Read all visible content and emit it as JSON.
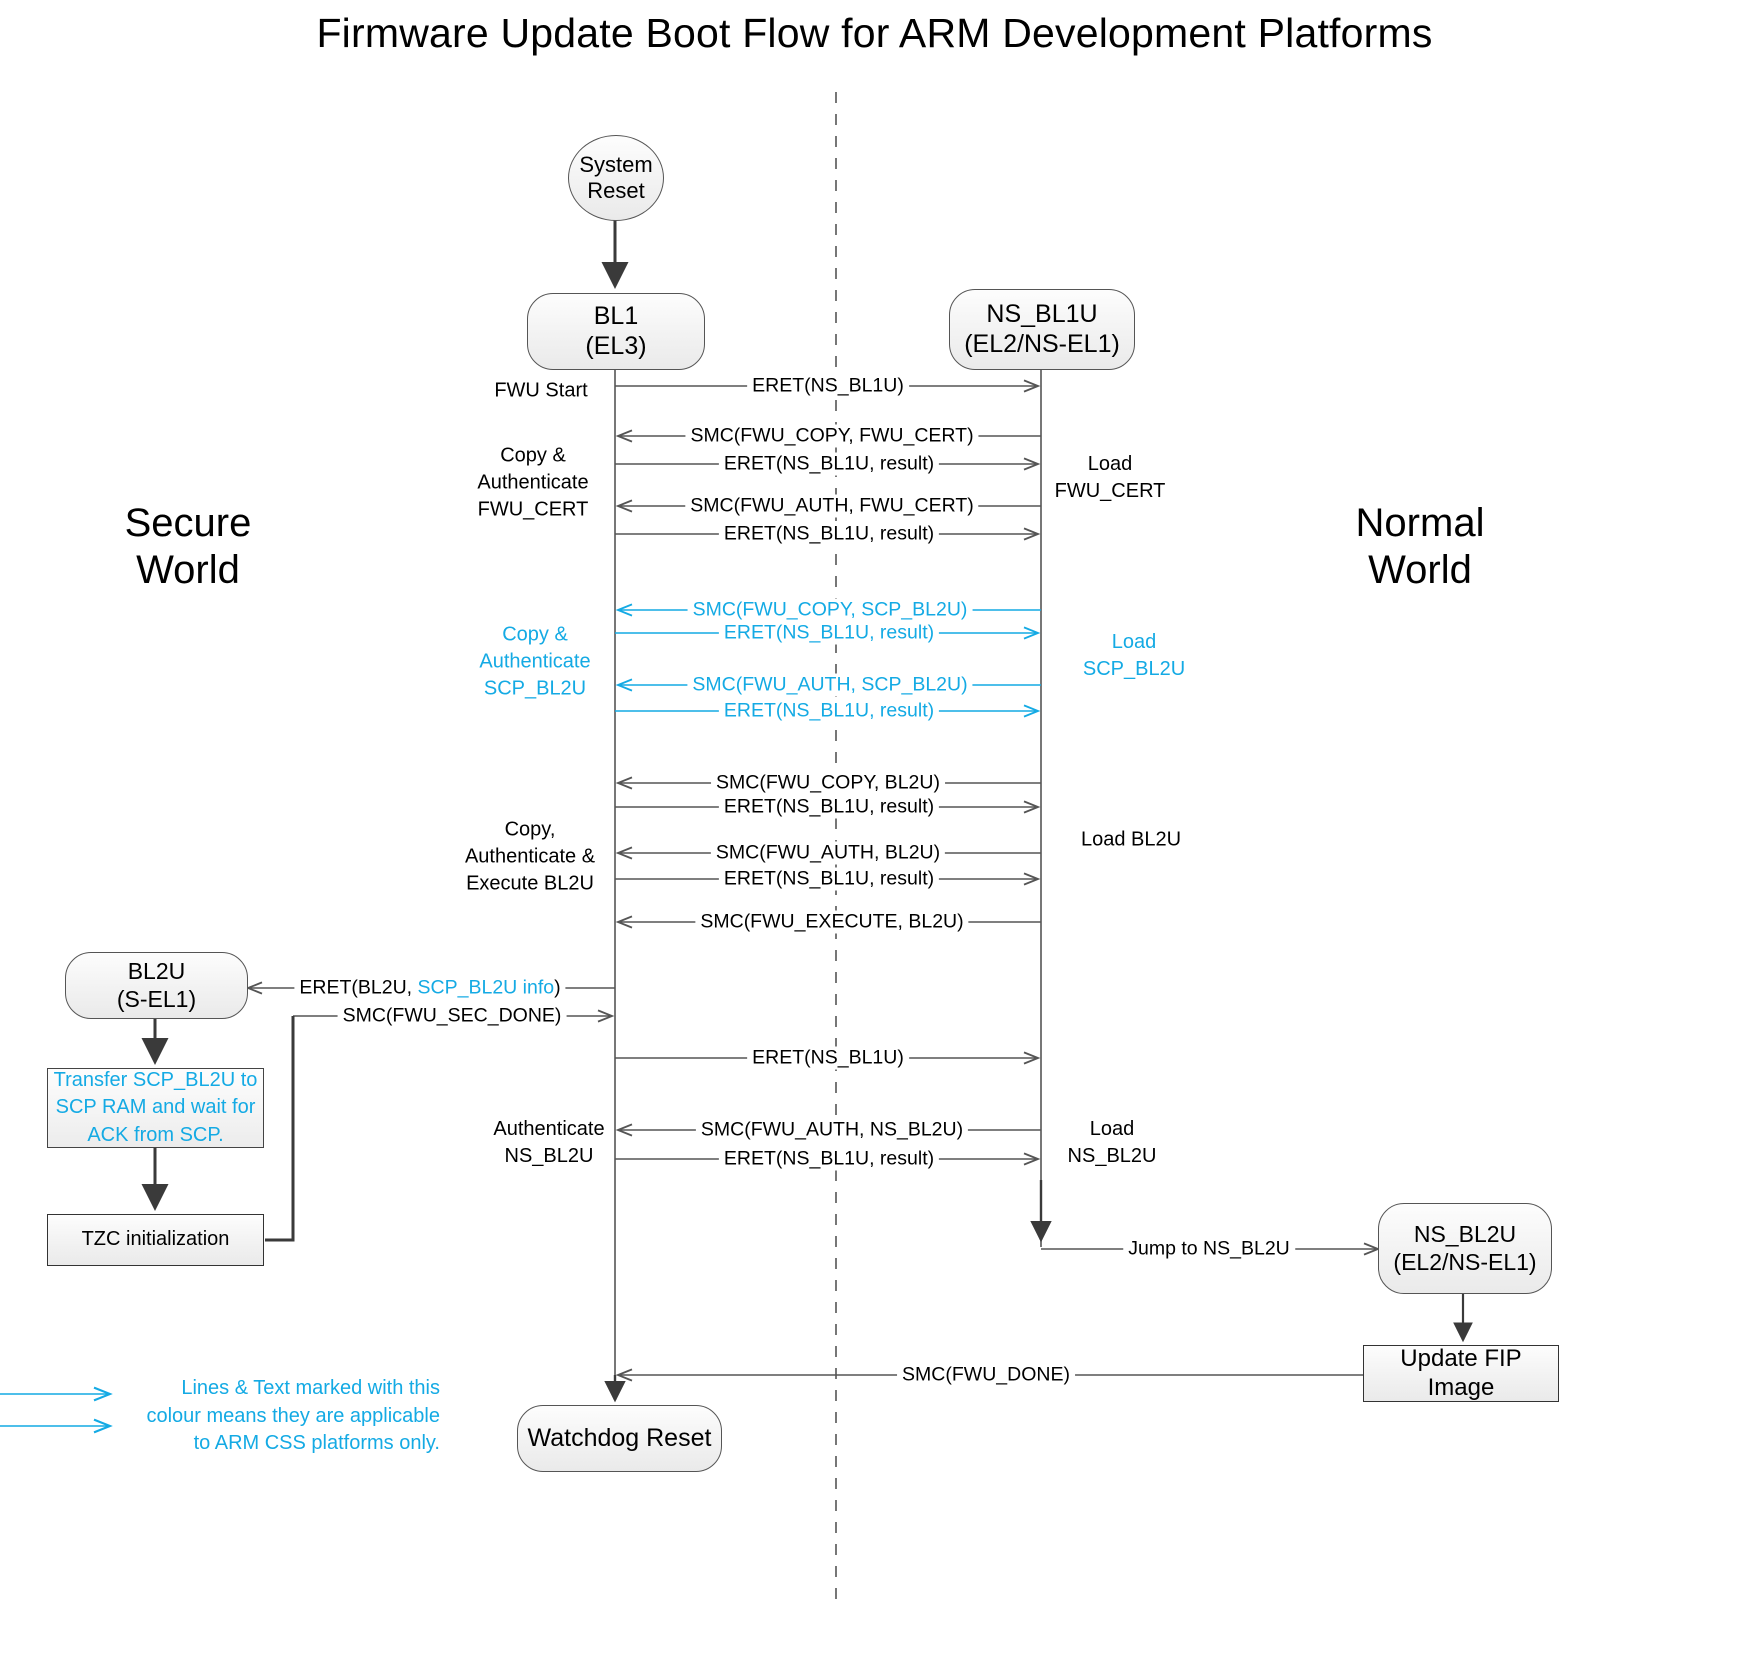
{
  "title": "Firmware Update Boot Flow for ARM Development Platforms",
  "colors": {
    "cyan": "#14AAE4",
    "line": "#555555",
    "text": "#000000",
    "node_fill": "#f2f2f2"
  },
  "worlds": {
    "secure": {
      "line1": "Secure",
      "line2": "World"
    },
    "normal": {
      "line1": "Normal",
      "line2": "World"
    }
  },
  "nodes": {
    "system_reset": {
      "line1": "System",
      "line2": "Reset"
    },
    "bl1": {
      "line1": "BL1",
      "line2": "(EL3)"
    },
    "ns_bl1u": {
      "line1": "NS_BL1U",
      "line2": "(EL2/NS-EL1)"
    },
    "bl2u": {
      "line1": "BL2U",
      "line2": "(S-EL1)"
    },
    "ns_bl2u": {
      "line1": "NS_BL2U",
      "line2": "(EL2/NS-EL1)"
    },
    "transfer_scp": {
      "text": "Transfer SCP_BL2U to SCP RAM and wait for ACK from SCP."
    },
    "tzc_init": {
      "text": "TZC initialization"
    },
    "update_fip": {
      "text": "Update FIP Image"
    },
    "watchdog_reset": {
      "text": "Watchdog Reset"
    }
  },
  "messages": [
    {
      "id": "m1",
      "text": "ERET(NS_BL1U)",
      "cyan": false
    },
    {
      "id": "m2",
      "text": "SMC(FWU_COPY, FWU_CERT)",
      "cyan": false
    },
    {
      "id": "m3",
      "text": "ERET(NS_BL1U, result)",
      "cyan": false
    },
    {
      "id": "m4",
      "text": "SMC(FWU_AUTH, FWU_CERT)",
      "cyan": false
    },
    {
      "id": "m5",
      "text": "ERET(NS_BL1U, result)",
      "cyan": false
    },
    {
      "id": "m6",
      "text": "SMC(FWU_COPY, SCP_BL2U)",
      "cyan": true
    },
    {
      "id": "m7",
      "text": "ERET(NS_BL1U, result)",
      "cyan": true
    },
    {
      "id": "m8",
      "text": "SMC(FWU_AUTH, SCP_BL2U)",
      "cyan": true
    },
    {
      "id": "m9",
      "text": "ERET(NS_BL1U, result)",
      "cyan": true
    },
    {
      "id": "m10",
      "text": "SMC(FWU_COPY, BL2U)",
      "cyan": false
    },
    {
      "id": "m11",
      "text": "ERET(NS_BL1U, result)",
      "cyan": false
    },
    {
      "id": "m12",
      "text": "SMC(FWU_AUTH, BL2U)",
      "cyan": false
    },
    {
      "id": "m13",
      "text": "ERET(NS_BL1U, result)",
      "cyan": false
    },
    {
      "id": "m14",
      "text": "SMC(FWU_EXECUTE, BL2U)",
      "cyan": false
    },
    {
      "id": "m15",
      "text_pre": "ERET(BL2U, ",
      "text_cyan": "SCP_BL2U info",
      "text_post": ")"
    },
    {
      "id": "m16",
      "text": "SMC(FWU_SEC_DONE)",
      "cyan": false
    },
    {
      "id": "m17",
      "text": "ERET(NS_BL1U)",
      "cyan": false
    },
    {
      "id": "m18",
      "text": "SMC(FWU_AUTH, NS_BL2U)",
      "cyan": false
    },
    {
      "id": "m19",
      "text": "ERET(NS_BL1U, result)",
      "cyan": false
    },
    {
      "id": "m20",
      "text": "Jump to NS_BL2U",
      "cyan": false
    },
    {
      "id": "m21",
      "text": "SMC(FWU_DONE)",
      "cyan": false
    }
  ],
  "side_labels": {
    "fwu_start": "FWU Start",
    "copy_auth_cert": "Copy &\nAuthenticate\nFWU_CERT",
    "copy_auth_scp": "Copy &\nAuthenticate\nSCP_BL2U",
    "copy_auth_exec_bl2u": "Copy,\nAuthenticate &\nExecute BL2U",
    "authenticate_ns_bl2u": "Authenticate\nNS_BL2U",
    "load_fwu_cert": "Load\nFWU_CERT",
    "load_scp_bl2u": "Load\nSCP_BL2U",
    "load_bl2u": "Load BL2U",
    "load_ns_bl2u": "Load\nNS_BL2U"
  },
  "legend": {
    "line1": "Lines & Text marked with this",
    "line2": "colour means they are applicable",
    "line3": "to ARM CSS platforms only."
  }
}
